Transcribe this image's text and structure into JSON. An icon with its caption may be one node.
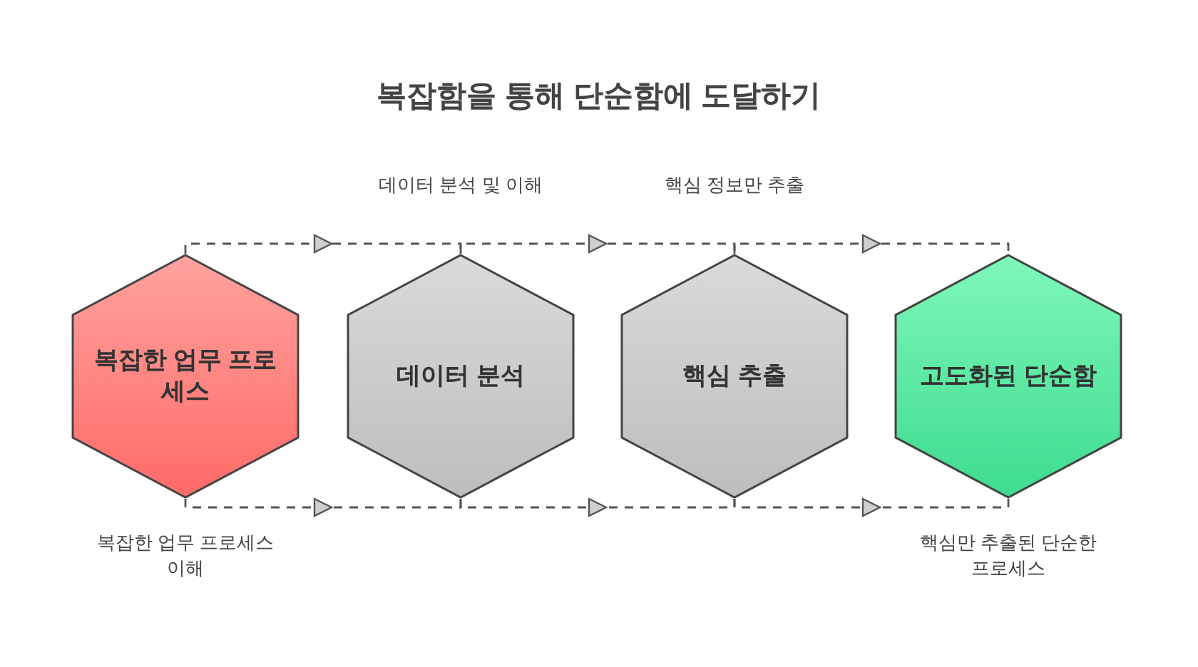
{
  "diagram": {
    "title": "복잡함을 통해 단순함에 도달하기",
    "nodes": [
      {
        "text": [
          "복잡한 업무 프로세스"
        ],
        "beside": [
          "복잡한 업무 프로세스 이해"
        ]
      },
      {
        "text": [
          "데이터 분석"
        ],
        "beside": [
          "데이터 분석 및 이해"
        ]
      },
      {
        "text": [
          "핵심 추출"
        ],
        "beside": [
          "핵심 정보만 추출"
        ]
      },
      {
        "text": [
          "고도화된 단순함"
        ],
        "beside": [
          "핵심만 추출된 단순한 프로세스"
        ]
      }
    ],
    "edges": [
      {
        "from": 0,
        "to": 1,
        "arrow": "to",
        "style": "dashed"
      },
      {
        "from": 1,
        "to": 2,
        "arrow": "to",
        "style": "dashed"
      },
      {
        "from": 2,
        "to": 3,
        "arrow": "to",
        "style": "dashed"
      },
      {
        "from": 0,
        "to": 1,
        "arrow": "to",
        "style": "dashed"
      },
      {
        "from": 1,
        "to": 2,
        "arrow": "to",
        "style": "dashed"
      },
      {
        "from": 2,
        "to": 3,
        "arrow": "to",
        "style": "dashed"
      }
    ]
  }
}
